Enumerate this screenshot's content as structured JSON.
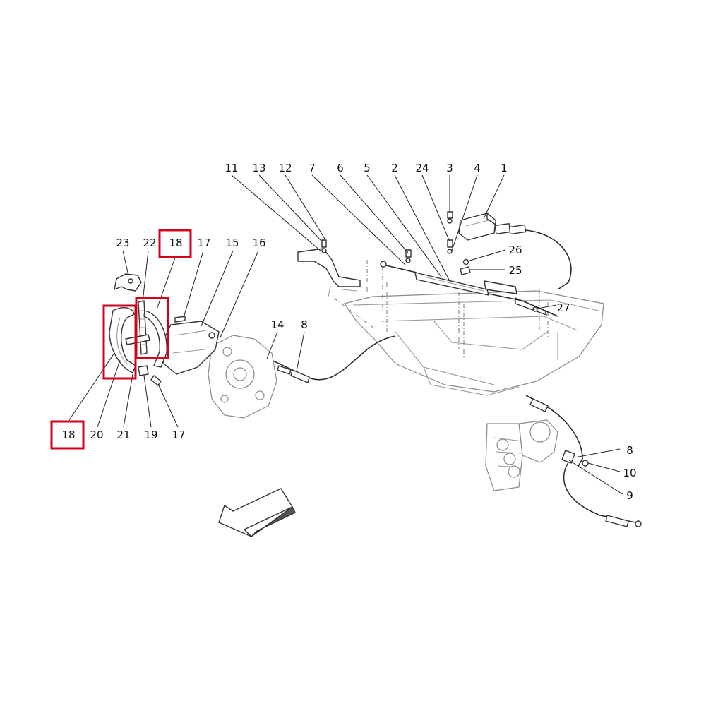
{
  "callouts": {
    "c1": "1",
    "c2": "2",
    "c3": "3",
    "c4": "4",
    "c5": "5",
    "c6": "6",
    "c7": "7",
    "c8_top": "8",
    "c8_right": "8",
    "c9": "9",
    "c10": "10",
    "c11": "11",
    "c12": "12",
    "c13": "13",
    "c14": "14",
    "c15": "15",
    "c16": "16",
    "c17_top": "17",
    "c17_bottom": "17",
    "c18_top": "18",
    "c18_left": "18",
    "c19": "19",
    "c20": "20",
    "c21": "21",
    "c22": "22",
    "c23": "23",
    "c24": "24",
    "c25": "25",
    "c26": "26",
    "c27": "27"
  },
  "highlight_color": "#d0021b"
}
